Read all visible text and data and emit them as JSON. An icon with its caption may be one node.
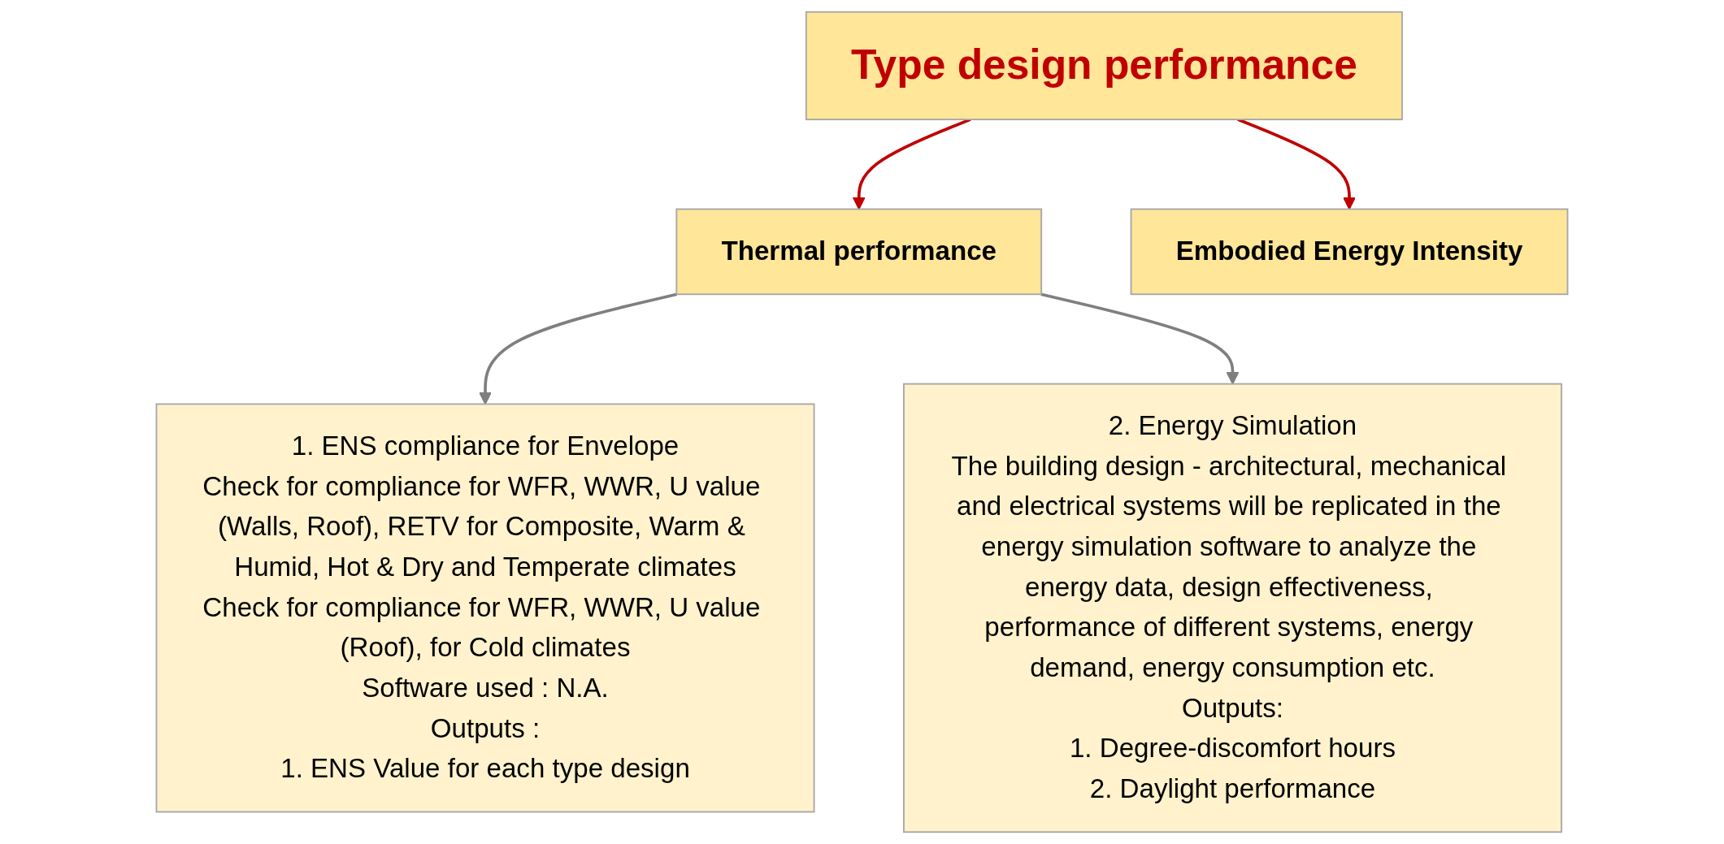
{
  "diagram": {
    "nodes": [
      {
        "text": [
          "Type design performance"
        ]
      },
      {
        "text": [
          "Thermal performance"
        ]
      },
      {
        "text": [
          "Embodied Energy Intensity"
        ]
      },
      {
        "text": [
          "1. ENS compliance for Envelope",
          "Check for compliance for WFR, WWR, U value (Walls, Roof), RETV for Composite, Warm & Humid, Hot & Dry and Temperate climates",
          "Check for compliance for WFR, WWR, U value (Roof), for Cold climates",
          "Software used : N.A.",
          "Outputs :",
          "1. ENS Value for each type design"
        ]
      },
      {
        "text": [
          "2. Energy Simulation",
          "The building design - architectural, mechanical and electrical systems will be replicated in the energy simulation software to analyze the energy data, design effectiveness, performance of different systems, energy demand, energy consumption etc.",
          "Outputs:",
          "1. Degree-discomfort hours",
          "2. Daylight performance"
        ]
      }
    ],
    "edges": [
      {
        "from": 0,
        "to": 1,
        "arrow": "to",
        "color": "#c00000"
      },
      {
        "from": 0,
        "to": 2,
        "arrow": "to",
        "color": "#c00000"
      },
      {
        "from": 1,
        "to": 3,
        "arrow": "to",
        "color": "#7f7f7f"
      },
      {
        "from": 1,
        "to": 4,
        "arrow": "to",
        "color": "#7f7f7f"
      }
    ]
  }
}
